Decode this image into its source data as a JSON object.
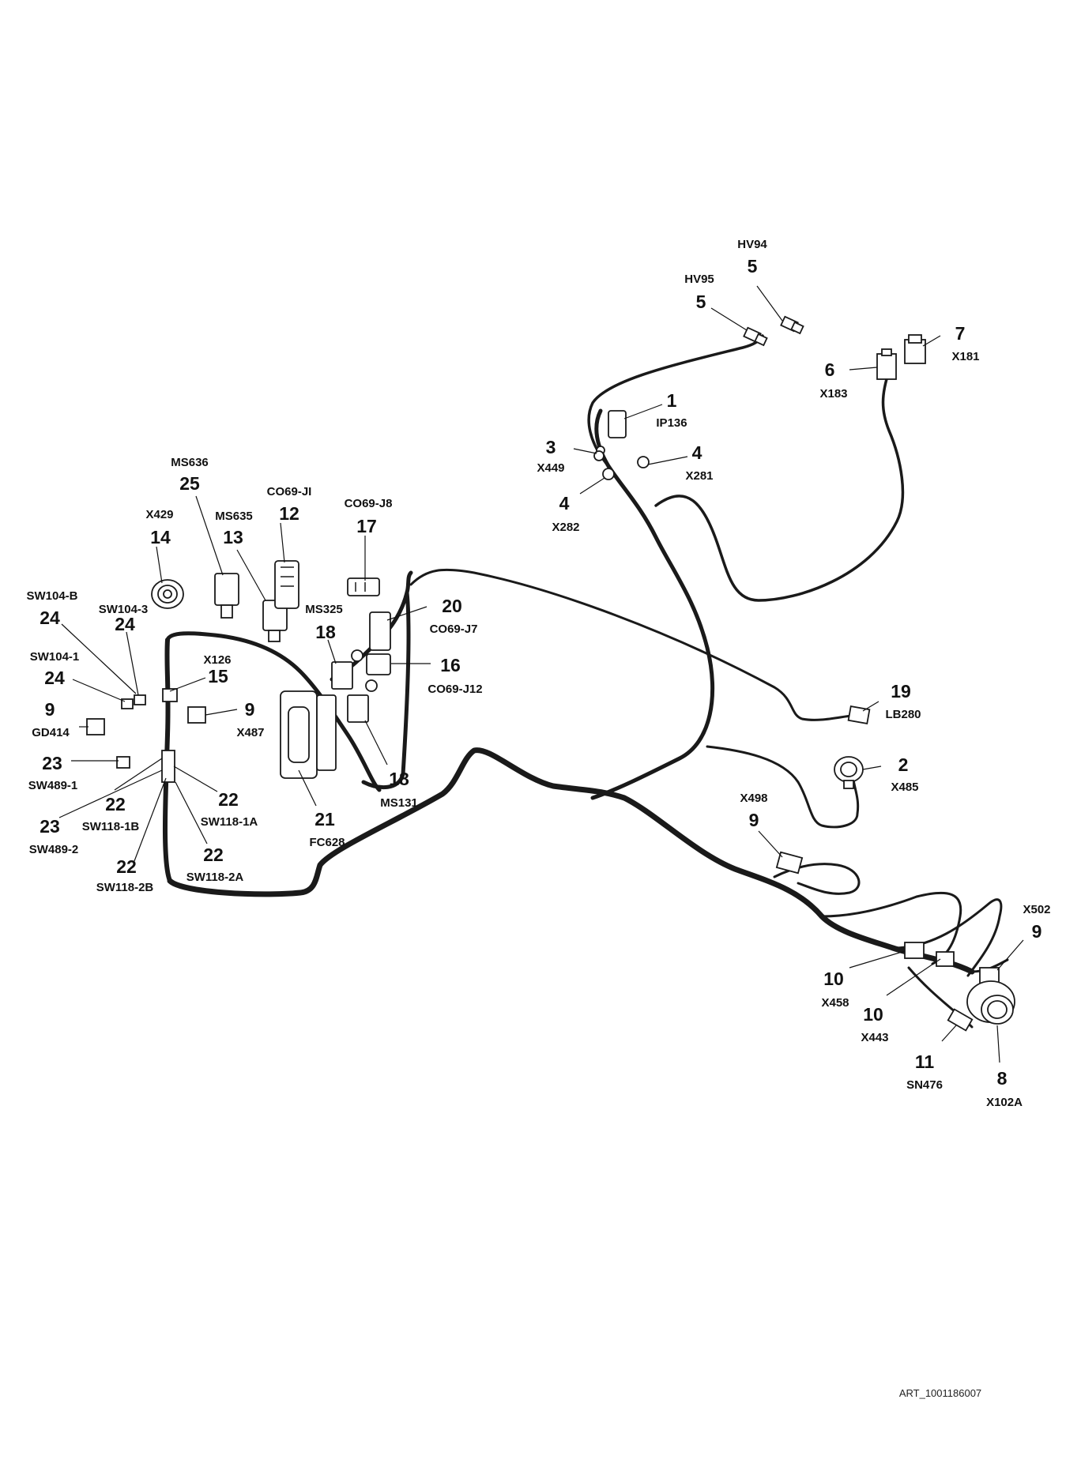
{
  "callouts": [
    {
      "num": "5",
      "code": "HV94"
    },
    {
      "num": "5",
      "code": "HV95"
    },
    {
      "num": "7",
      "code": "X181"
    },
    {
      "num": "6",
      "code": "X183"
    },
    {
      "num": "1",
      "code": "IP136"
    },
    {
      "num": "3",
      "code": "X449"
    },
    {
      "num": "4",
      "code": "X281"
    },
    {
      "num": "4",
      "code": "X282"
    },
    {
      "num": "25",
      "code": "MS636"
    },
    {
      "num": "12",
      "code": "CO69-JI"
    },
    {
      "num": "17",
      "code": "CO69-J8"
    },
    {
      "num": "13",
      "code": "MS635"
    },
    {
      "num": "14",
      "code": "X429"
    },
    {
      "num": "24",
      "code": "SW104-B"
    },
    {
      "num": "24",
      "code": "SW104-3"
    },
    {
      "num": "20",
      "code": "CO69-J7"
    },
    {
      "num": "18",
      "code": "MS325"
    },
    {
      "num": "15",
      "code": "X126"
    },
    {
      "num": "24",
      "code": "SW104-1"
    },
    {
      "num": "16",
      "code": "CO69-J12"
    },
    {
      "num": "9",
      "code": "GD414"
    },
    {
      "num": "9",
      "code": "X487"
    },
    {
      "num": "19",
      "code": "LB280"
    },
    {
      "num": "2",
      "code": "X485"
    },
    {
      "num": "23",
      "code": "SW489-1"
    },
    {
      "num": "18",
      "code": "MS131"
    },
    {
      "num": "22",
      "code": "SW118-1B"
    },
    {
      "num": "22",
      "code": "SW118-1A"
    },
    {
      "num": "23",
      "code": "SW489-2"
    },
    {
      "num": "21",
      "code": "FC628"
    },
    {
      "num": "9",
      "code": "X498"
    },
    {
      "num": "22",
      "code": "SW118-2B"
    },
    {
      "num": "22",
      "code": "SW118-2A"
    },
    {
      "num": "9",
      "code": "X502"
    },
    {
      "num": "10",
      "code": "X458"
    },
    {
      "num": "10",
      "code": "X443"
    },
    {
      "num": "11",
      "code": "SN476"
    },
    {
      "num": "8",
      "code": "X102A"
    }
  ],
  "art_id": "ART_1001186007"
}
